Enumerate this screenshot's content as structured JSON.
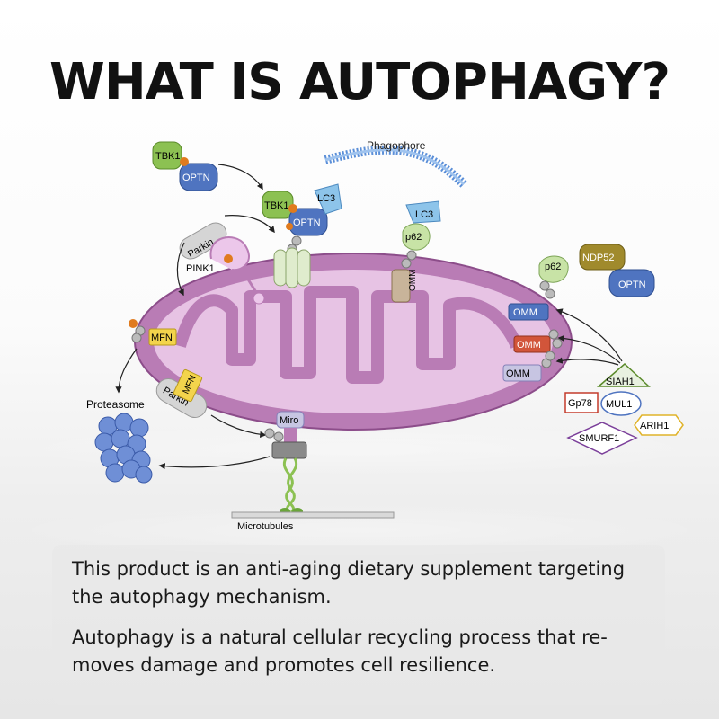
{
  "title": "WHAT IS AUTOPHAGY?",
  "labels": {
    "phagophore": "Phagophore",
    "tbk1": "TBK1",
    "optn": "OPTN",
    "lc3": "LC3",
    "p62": "p62",
    "parkin": "Parkin",
    "pink1": "PINK1",
    "omm": "OMM",
    "ndp52": "NDP52",
    "mfn": "MFN",
    "proteasome": "Proteasome",
    "miro": "Miro",
    "microtubules": "Microtubules",
    "siah1": "SIAH1",
    "gp78": "Gp78",
    "mul1": "MUL1",
    "arih1": "ARIH1",
    "smurf1": "SMURF1"
  },
  "info": {
    "p1_line1": "This product is an anti-aging dietary supplement targeting",
    "p1_line2": "the autophagy mechanism.",
    "p2_line1": "Autophagy is a natural cellular recycling process that re-",
    "p2_line2": "moves damage and promotes cell resilience."
  },
  "colors": {
    "mito_outer": "#b97cb5",
    "mito_inner": "#e7c3e4",
    "tbk1": "#8cc152",
    "optn": "#4f74c0",
    "lc3": "#8dc4ea",
    "p62": "#c8e3a6",
    "ndp52": "#a08a2c",
    "omm_blue": "#4f74c0",
    "omm_red": "#d2553a",
    "omm_light": "#c7c5e2",
    "mfn": "#f3d44c",
    "proteasome": "#6f8fd6"
  }
}
